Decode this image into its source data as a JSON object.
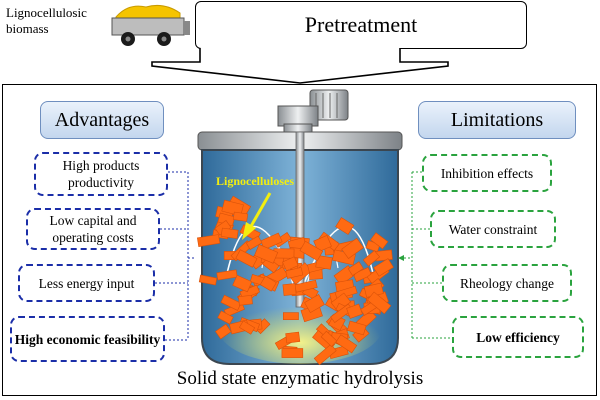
{
  "header": {
    "biomass_label": "Lignocellulosic biomass",
    "pretreatment_label": "Pretreatment"
  },
  "advantages": {
    "title": "Advantages",
    "items": [
      {
        "label": "High products productivity",
        "bold": false
      },
      {
        "label": "Low capital and operating costs",
        "bold": false
      },
      {
        "label": "Less energy input",
        "bold": false
      },
      {
        "label": "High economic feasibility",
        "bold": true
      }
    ]
  },
  "limitations": {
    "title": "Limitations",
    "items": [
      {
        "label": "Inhibition effects",
        "bold": false
      },
      {
        "label": "Water constraint",
        "bold": false
      },
      {
        "label": "Rheology change",
        "bold": false
      },
      {
        "label": "Low efficiency",
        "bold": true
      }
    ]
  },
  "reactor": {
    "particles_label": "Lignocelluloses",
    "caption": "Solid state enzymatic hydrolysis"
  },
  "colors": {
    "advantages_border": "#1b2ea8",
    "limitations_border": "#2aa33e",
    "particles": "#ff6a12",
    "liquid": "#4f8fbd",
    "label_highlight": "#f2ee10"
  },
  "icons": [
    "truck-icon",
    "motor-icon",
    "stirrer-icon"
  ]
}
